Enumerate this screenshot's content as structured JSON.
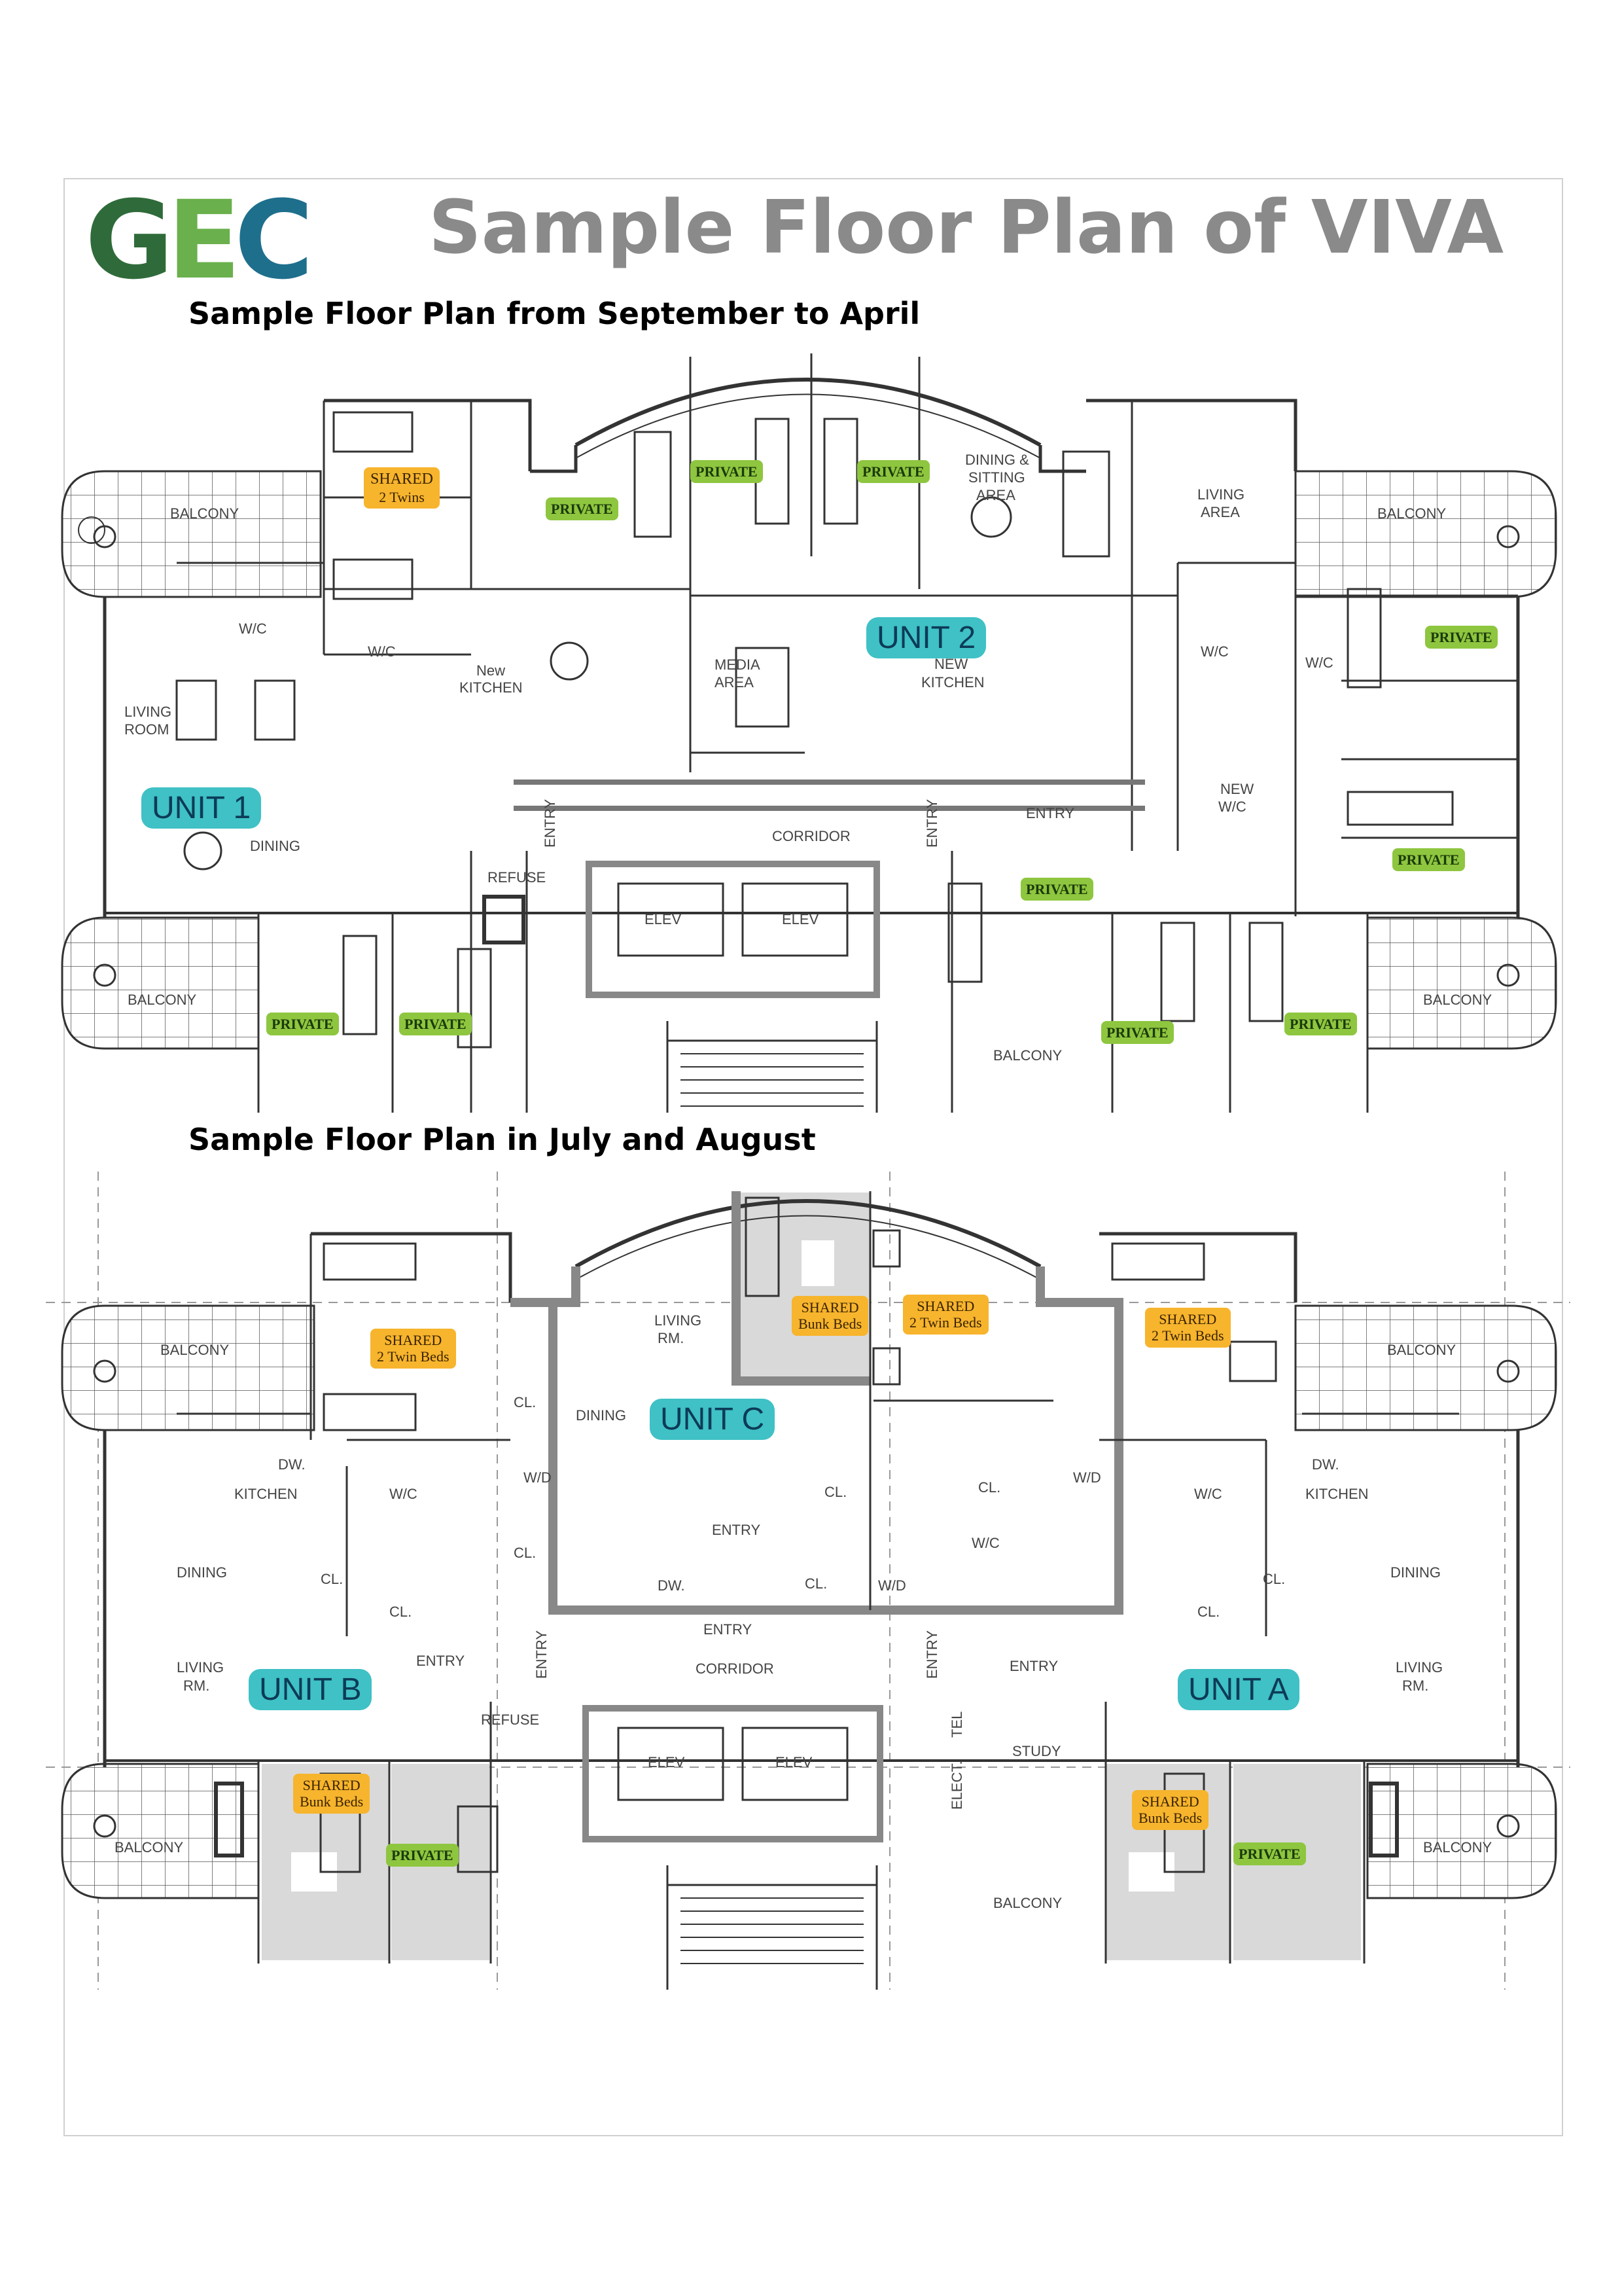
{
  "header": {
    "logo_text": "GEC",
    "logo_parts": [
      "G",
      "E",
      "C"
    ],
    "title": "Sample Floor Plan of VIVA"
  },
  "colors": {
    "logo_green_dark": "#2f6b3a",
    "logo_green_light": "#6ab04c",
    "logo_blue": "#1e6f8c",
    "title_gray": "#8a8a8a",
    "unit_label_bg": "#3fc1c5",
    "private_tag_bg": "#8ec63f",
    "shared_tag_bg": "#f7b42d"
  },
  "plan_1": {
    "title": "Sample Floor Plan from  September to April",
    "units": [
      "UNIT 1",
      "UNIT 2"
    ],
    "rooms": {
      "balcony": "BALCONY",
      "wc": "W/C",
      "living_room_line1": "LIVING",
      "living_room_line2": "ROOM",
      "dining": "DINING",
      "new_kitchen_line1": "New",
      "new_kitchen_line2": "KITCHEN",
      "media_line1": "MEDIA",
      "media_line2": "AREA",
      "new_kitchen2_line1": "NEW",
      "new_kitchen2_line2": "KITCHEN",
      "dining_sitting_line1": "DINING &",
      "dining_sitting_line2": "SITTING",
      "dining_sitting_line3": "AREA",
      "living_area_line1": "LIVING",
      "living_area_line2": "AREA",
      "new_wc_line1": "NEW",
      "new_wc_line2": "W/C",
      "entry": "ENTRY",
      "corridor": "CORRIDOR",
      "refuse": "REFUSE",
      "elev": "ELEV"
    },
    "tags": {
      "private": "PRIVATE",
      "shared": "SHARED",
      "shared_detail": "2 Twins"
    }
  },
  "plan_2": {
    "title": "Sample Floor Plan in July and August",
    "units": [
      "UNIT A",
      "UNIT B",
      "UNIT C"
    ],
    "rooms": {
      "balcony": "BALCONY",
      "living_rm_line1": "LIVING",
      "living_rm_line2": "RM.",
      "dining": "DINING",
      "kitchen": "KITCHEN",
      "wc": "W/C",
      "cl": "CL.",
      "dw": "DW.",
      "wd": "W/D",
      "entry": "ENTRY",
      "corridor": "CORRIDOR",
      "refuse": "REFUSE",
      "elev": "ELEV",
      "study": "STUDY",
      "elect": "ELECT.",
      "tel": "TEL"
    },
    "tags": {
      "private": "PRIVATE",
      "shared": "SHARED",
      "twin_beds": "2 Twin Beds",
      "bunk_beds": "Bunk Beds"
    }
  }
}
